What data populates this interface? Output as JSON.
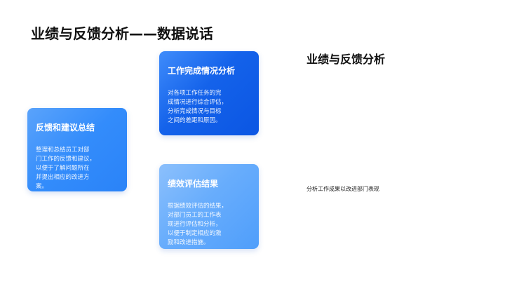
{
  "slide": {
    "title": "业绩与反馈分析——数据说话",
    "side_title": "业绩与反馈分析",
    "side_description": "分析工作成果以改进部门表现"
  },
  "cards": [
    {
      "title": "工作完成情况分析",
      "lines": [
        "对各项工作任务的完",
        "成情况进行综合评估，",
        "分析完成情况与目标",
        "之间的差距和原因。"
      ],
      "color": "#1462ea"
    },
    {
      "title": "反馈和建议总结",
      "lines": [
        "整理和总结员工对部",
        "门工作的反馈和建议，",
        "以便于了解问题所在",
        "并提出相应的改进方",
        "案。"
      ],
      "color": "#338cfb"
    },
    {
      "title": "绩效评估结果",
      "lines": [
        "根据绩效评估的结果，",
        "对部门员工的工作表",
        "现进行评估和分析，",
        "以便于制定相应的激",
        "励和改进措施。"
      ],
      "color": "#68adfc"
    }
  ]
}
